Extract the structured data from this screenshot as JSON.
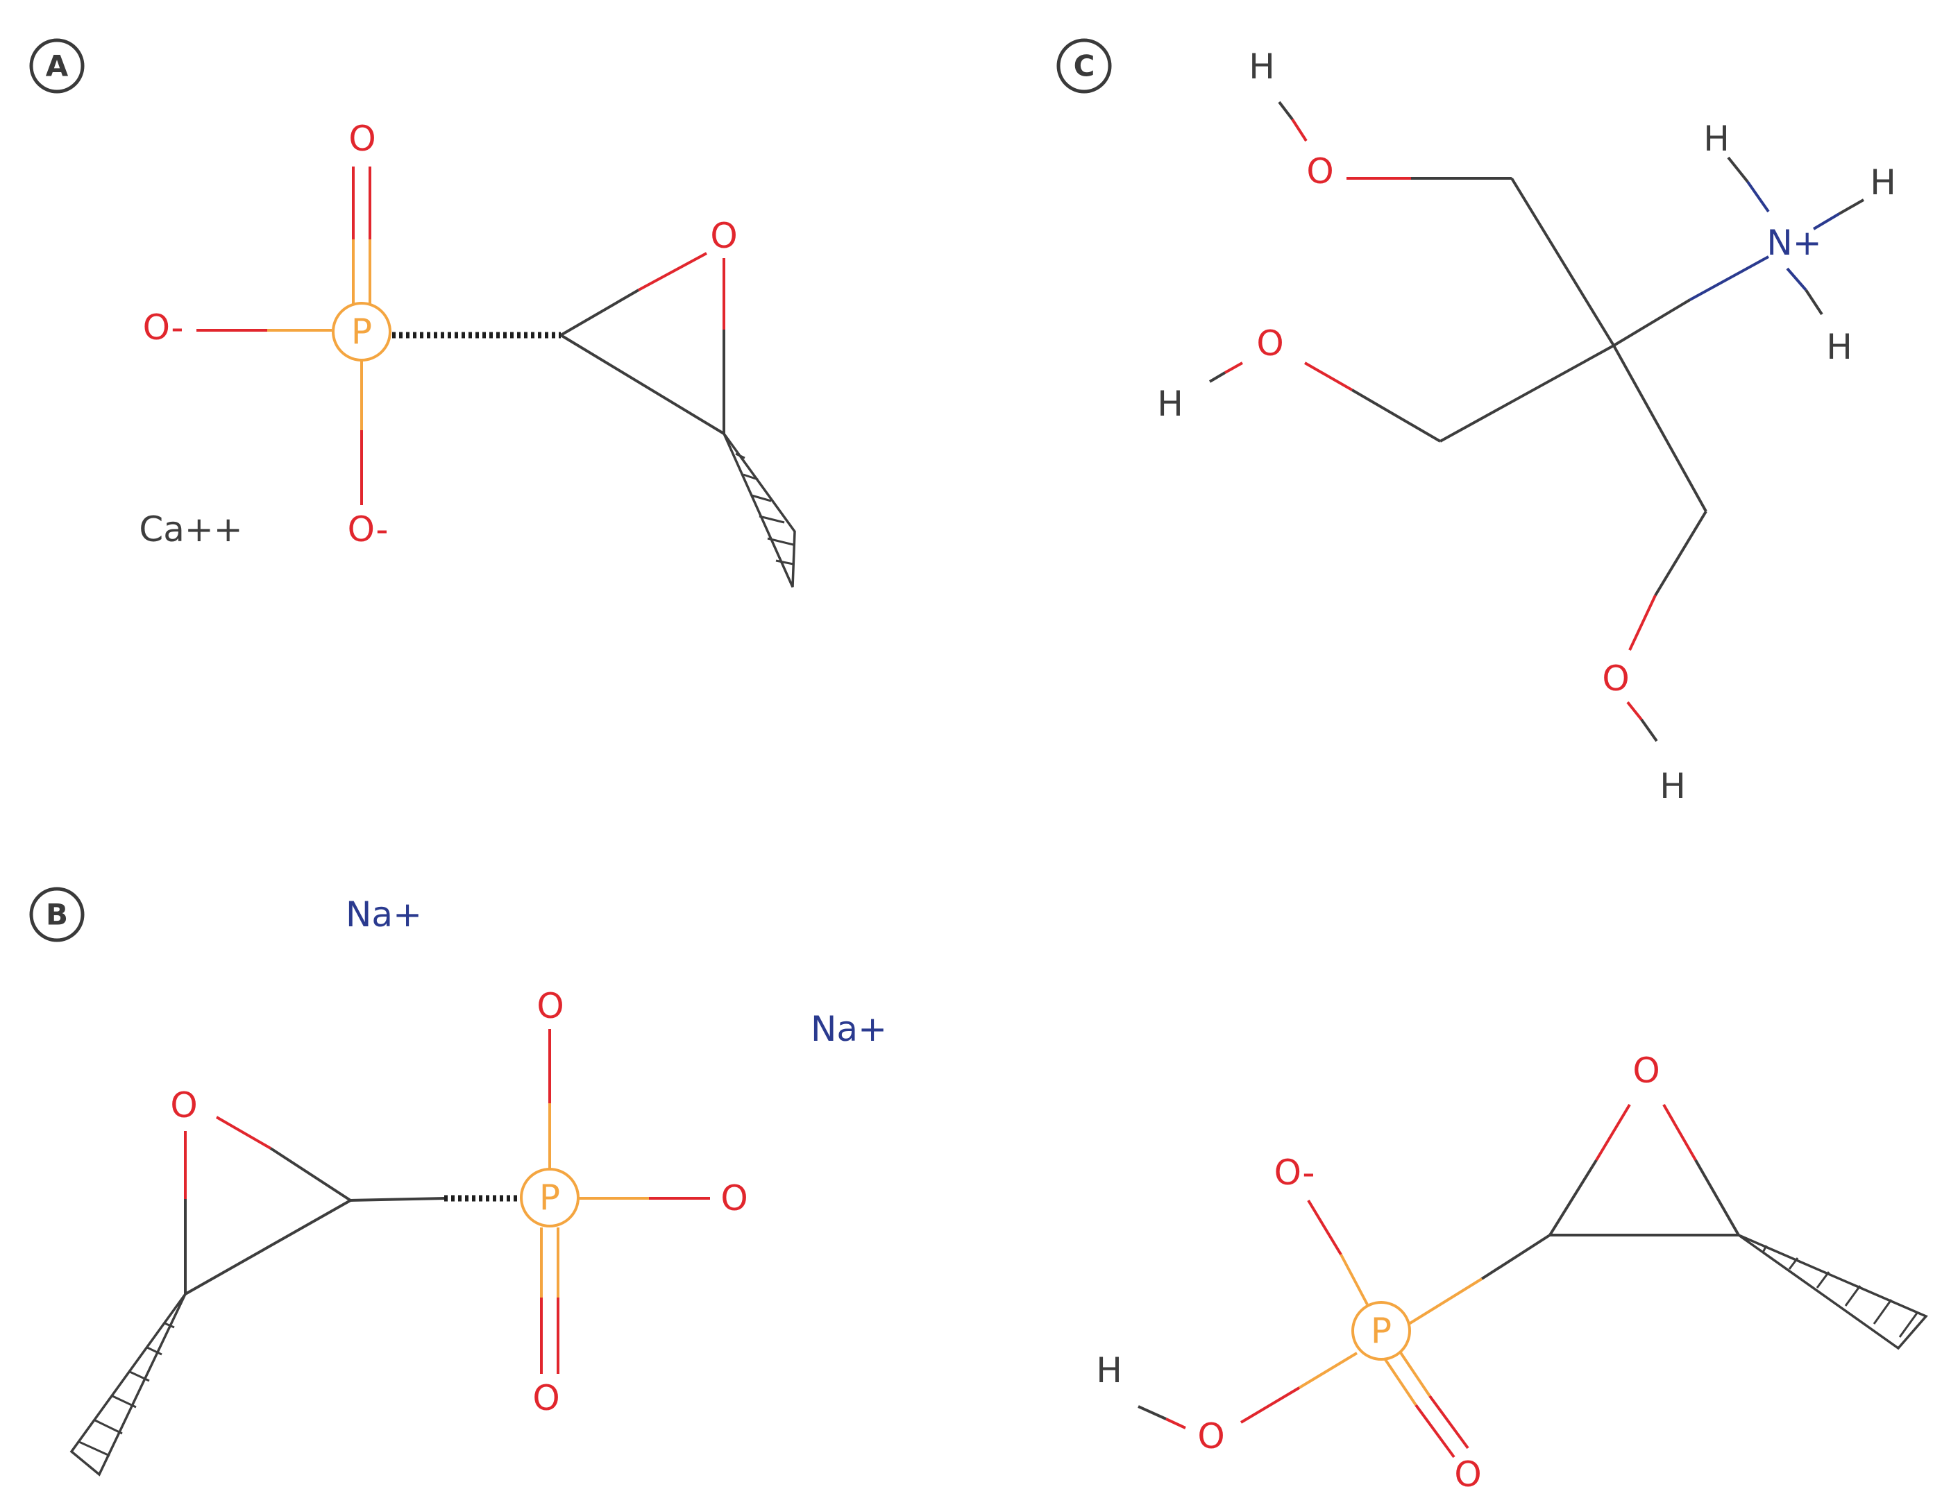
{
  "panels": {
    "a": {
      "label": "A"
    },
    "b": {
      "label": "B"
    },
    "c": {
      "label": "C"
    }
  },
  "molecule_a": {
    "phosphorus": "P",
    "oxo_oxygen": "O",
    "oxide_left": "O-",
    "oxide_bottom": "O-",
    "ring_oxygen": "O",
    "counterion": "Ca++"
  },
  "molecule_b": {
    "phosphorus": "P",
    "oxygen_top": "O",
    "oxygen_right": "O",
    "oxygen_bottom": "O",
    "ring_oxygen": "O",
    "counterion_1": "Na+",
    "counterion_2": "Na+"
  },
  "molecule_c_tris": {
    "h_top": "H",
    "o_top": "O",
    "h_left": "H",
    "o_left": "O",
    "ammonium": "N+",
    "nh_1": "H",
    "nh_2": "H",
    "nh_3": "H",
    "o_bottom": "O",
    "h_bottom": "H"
  },
  "molecule_c_fosfomycin": {
    "ring_oxygen": "O",
    "oxide": "O-",
    "phosphorus": "P",
    "hydroxyl_h": "H",
    "hydroxyl_o": "O",
    "oxo_oxygen": "O"
  },
  "colors": {
    "bond": "#3d3d3d",
    "oxygen": "#e1262d",
    "phosphorus": "#f4a540",
    "nitrogen_sodium": "#2a3a8f"
  }
}
